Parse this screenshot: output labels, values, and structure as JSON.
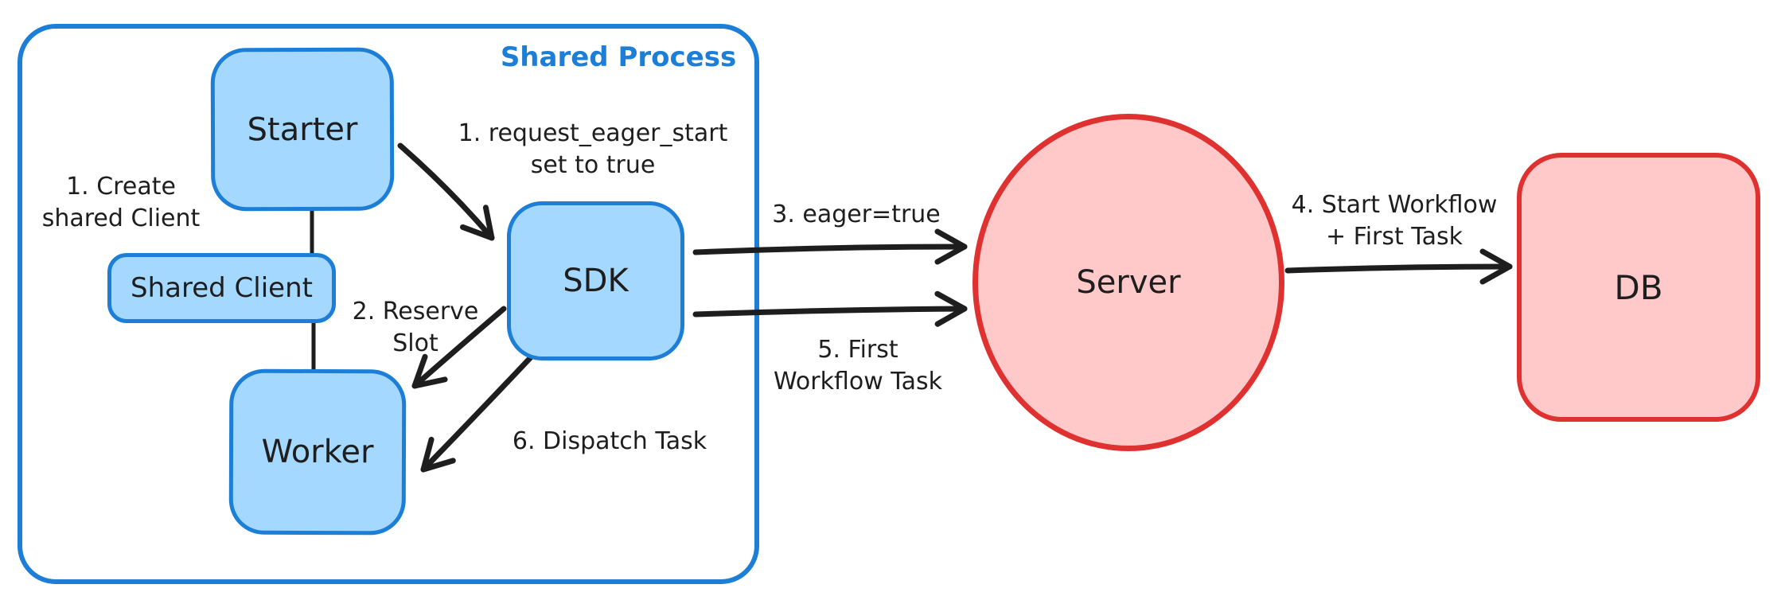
{
  "diagram": {
    "container": {
      "label": "Shared Process"
    },
    "nodes": {
      "starter": {
        "label": "Starter"
      },
      "shared_client": {
        "label": "Shared Client"
      },
      "worker": {
        "label": "Worker"
      },
      "sdk": {
        "label": "SDK"
      },
      "server": {
        "label": "Server"
      },
      "db": {
        "label": "DB"
      }
    },
    "annotations": {
      "create_shared_client": {
        "line1": "1. Create",
        "line2": "shared Client"
      },
      "request_eager_start": {
        "line1": "1. request_eager_start",
        "line2": "set to true"
      },
      "reserve_slot": {
        "line1": "2. Reserve",
        "line2": "Slot"
      },
      "dispatch_task": {
        "line1": "6. Dispatch Task"
      },
      "eager_true": {
        "line1": "3. eager=true"
      },
      "first_workflow_task": {
        "line1": "5. First",
        "line2": "Workflow Task"
      },
      "start_workflow": {
        "line1": "4. Start Workflow",
        "line2": "+ First Task"
      }
    },
    "colors": {
      "blue_stroke": "#1c7ed6",
      "blue_fill": "#a5d8ff",
      "red_stroke": "#e03131",
      "red_fill": "#ffc9c9",
      "text": "#1e1e1e",
      "arrow": "#1e1e1e",
      "background": "#ffffff"
    }
  }
}
